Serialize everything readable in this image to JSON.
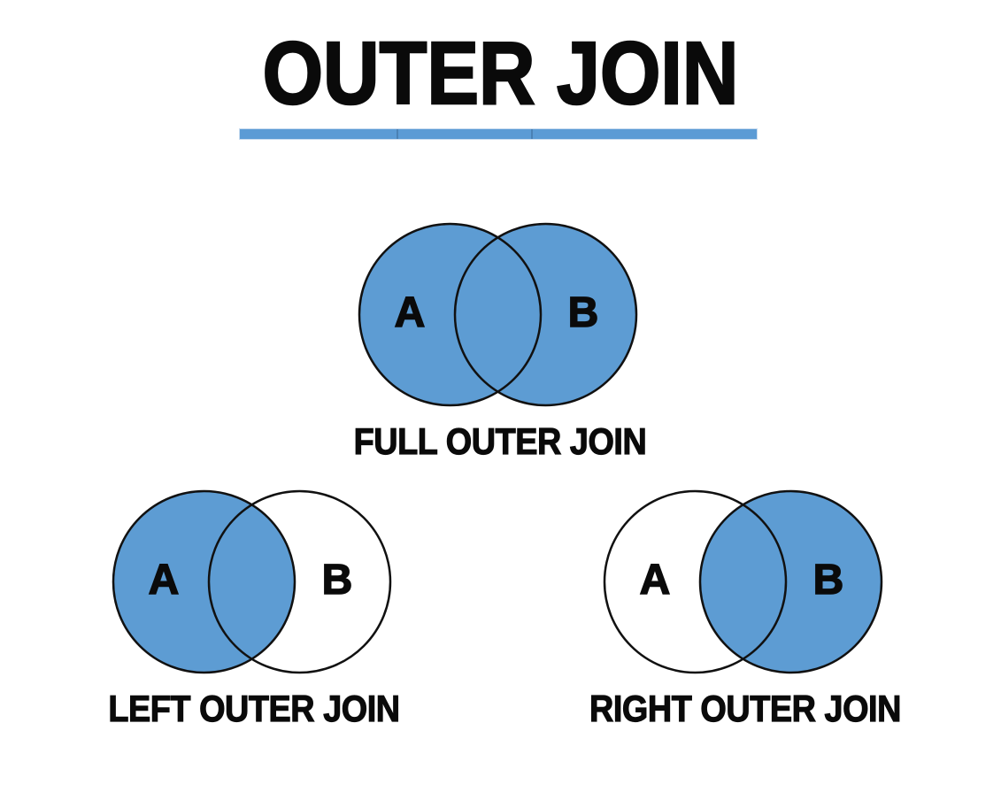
{
  "title": {
    "text": "OUTER JOIN",
    "underline_color": "#5B9BD5"
  },
  "colors": {
    "background": "#ffffff",
    "fill_blue": "#5D9CD3",
    "circle_stroke": "#111111",
    "text": "#0a0a0a"
  },
  "diagrams": [
    {
      "id": "full-outer-join",
      "caption": "FULL OUTER JOIN",
      "left_label": "A",
      "right_label": "B",
      "left_fill": "#5D9CD3",
      "right_fill": "#5D9CD3"
    },
    {
      "id": "left-outer-join",
      "caption": "LEFT OUTER JOIN",
      "left_label": "A",
      "right_label": "B",
      "left_fill": "#5D9CD3",
      "right_fill": "none"
    },
    {
      "id": "right-outer-join",
      "caption": "RIGHT OUTER JOIN",
      "left_label": "A",
      "right_label": "B",
      "left_fill": "none",
      "right_fill": "#5D9CD3"
    }
  ]
}
